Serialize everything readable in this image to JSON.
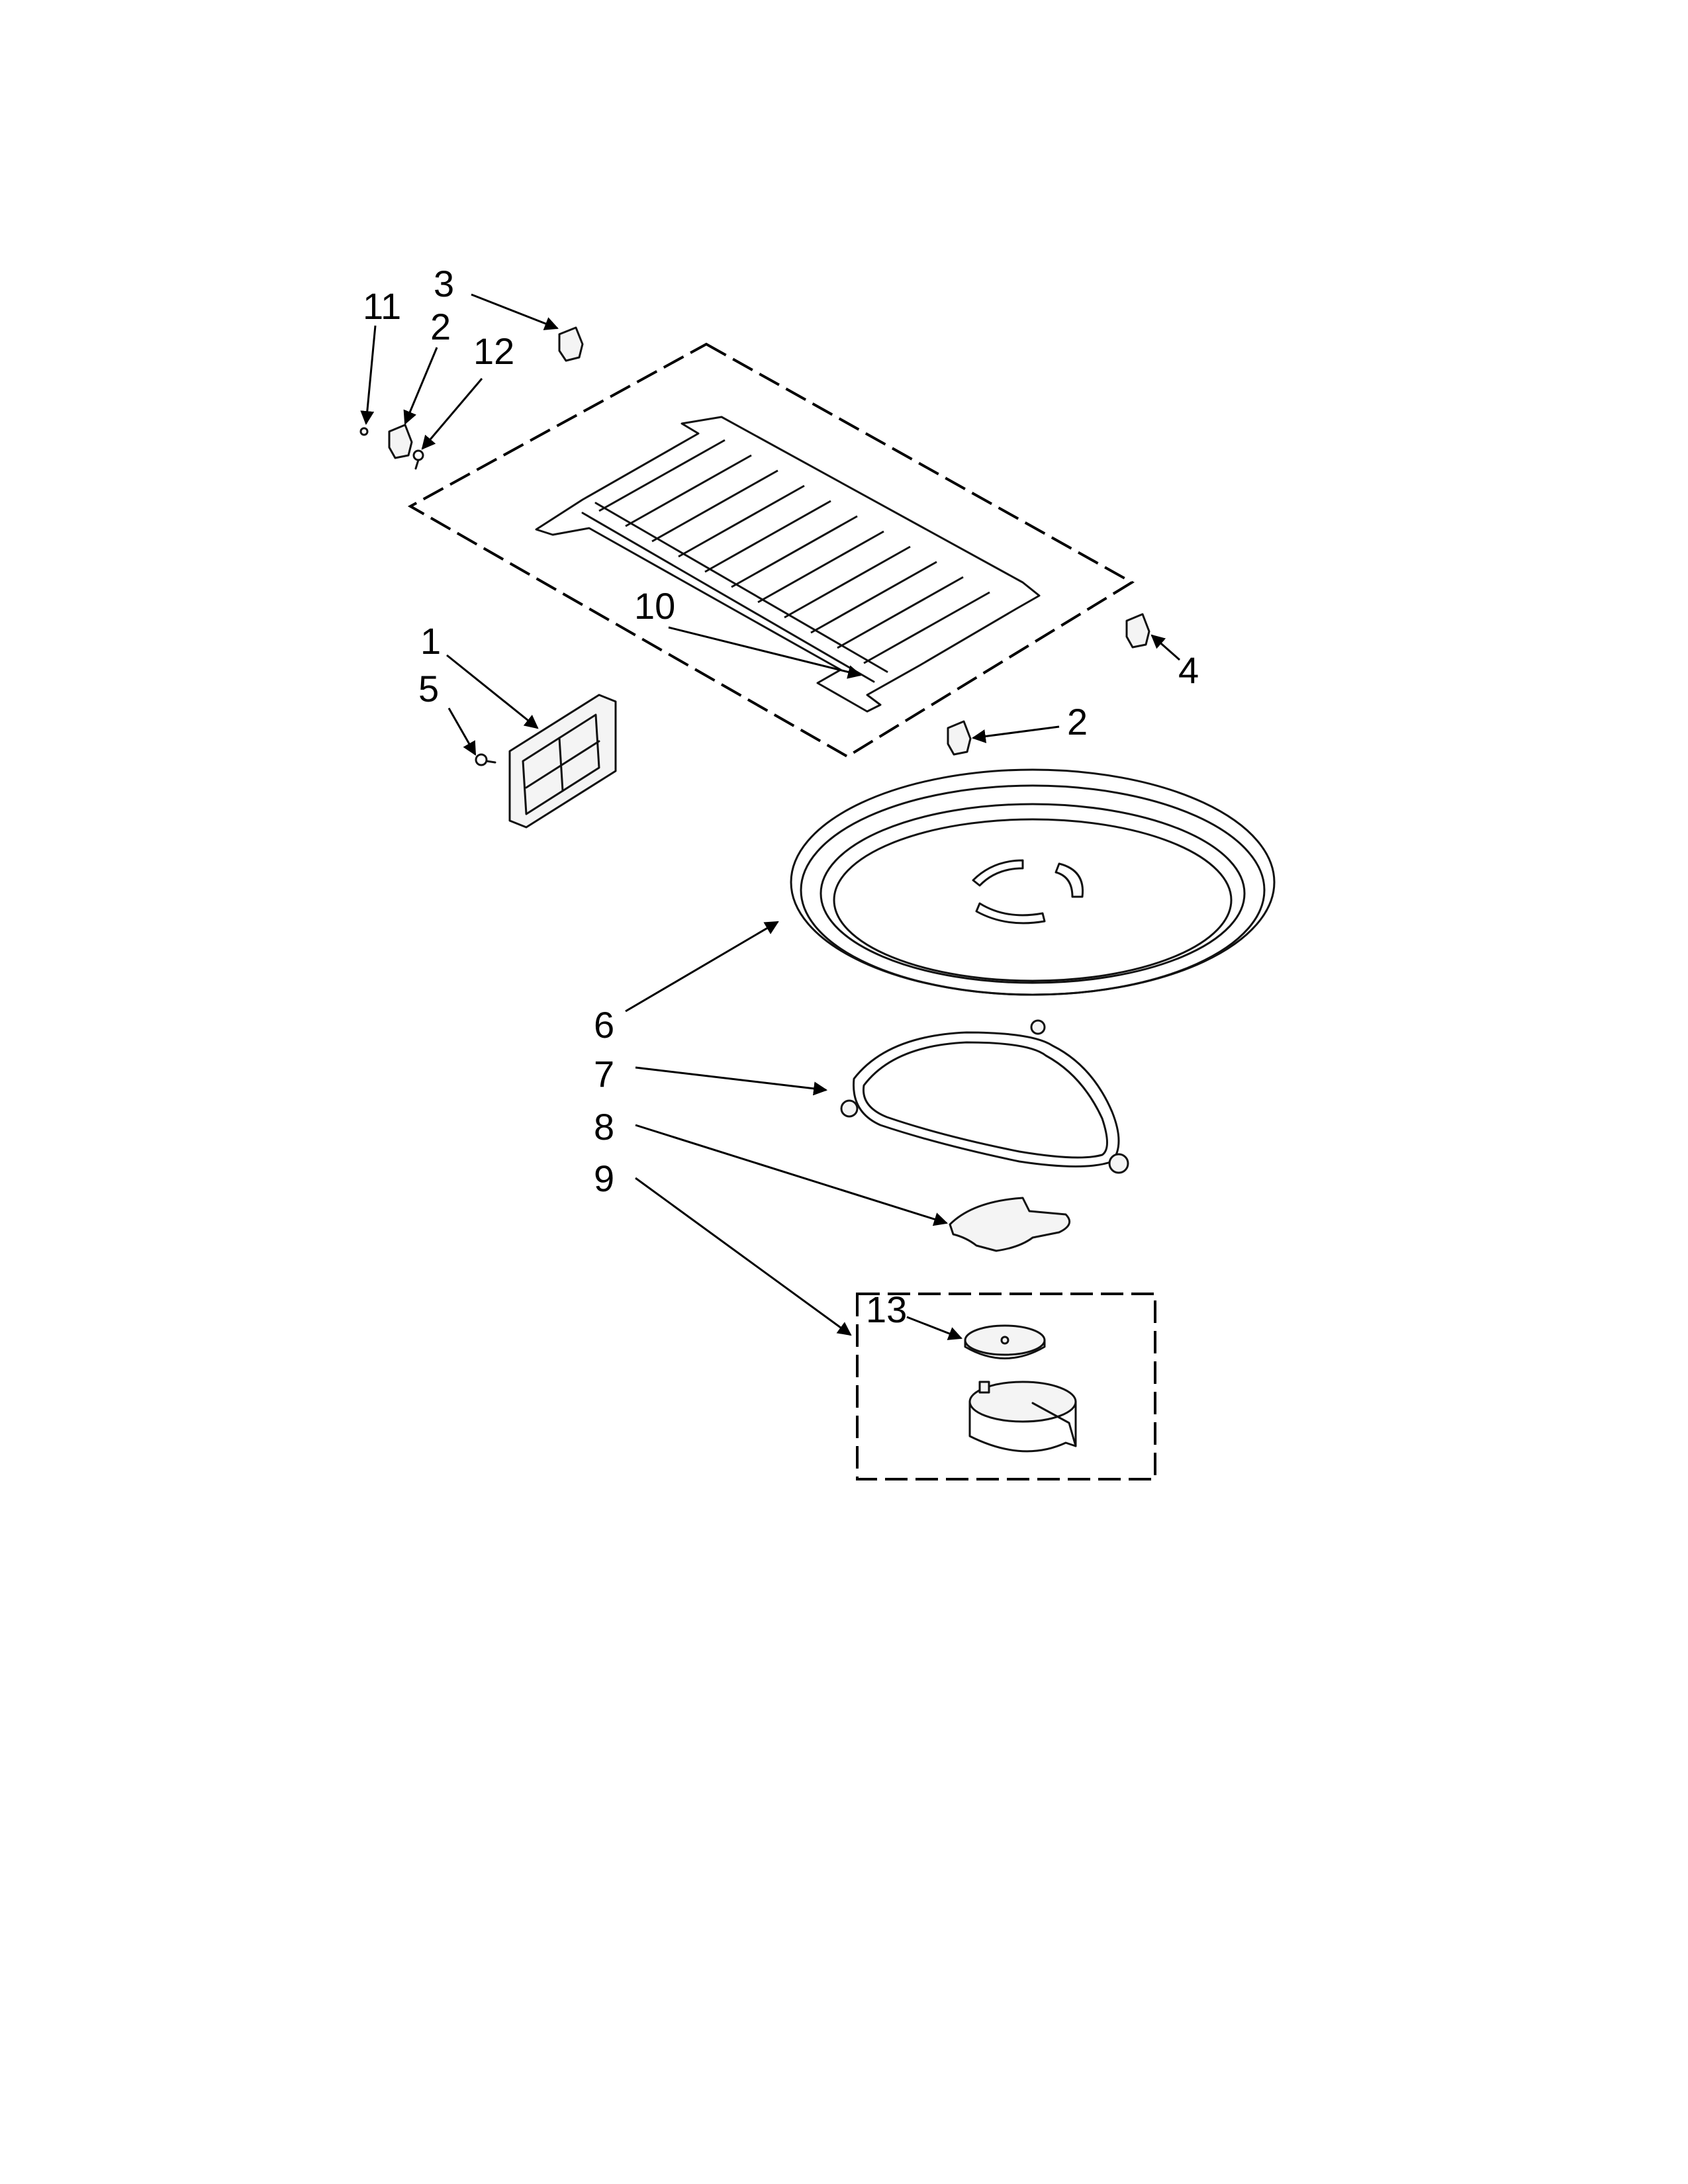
{
  "labels": {
    "l1": "1",
    "l2a": "2",
    "l2b": "2",
    "l3": "3",
    "l4": "4",
    "l5": "5",
    "l6": "6",
    "l7": "7",
    "l8": "8",
    "l9": "9",
    "l10": "10",
    "l11": "11",
    "l12": "12",
    "l13": "13"
  },
  "colors": {
    "ink": "#000000",
    "background": "#ffffff"
  }
}
